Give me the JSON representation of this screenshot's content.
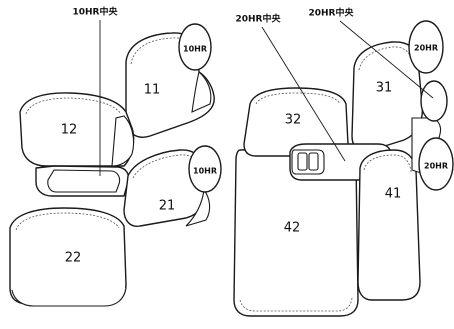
{
  "labels": {
    "callout_10hr_center": "10HR中央",
    "callout_20hr_center_left": "20HR中央",
    "callout_20hr_center_right": "20HR中央",
    "part_11": "11",
    "part_12": "12",
    "part_21": "21",
    "part_22": "22",
    "part_31": "31",
    "part_32": "32",
    "part_41": "41",
    "part_42": "42",
    "headrest_10hr_top": "10HR",
    "headrest_10hr_lower": "10HR",
    "headrest_20hr_top": "20HR",
    "headrest_20hr_lower": "20HR"
  },
  "colors": {
    "outline": "#1a1a1a",
    "fill": "#ffffff",
    "stitch": "#555555"
  }
}
